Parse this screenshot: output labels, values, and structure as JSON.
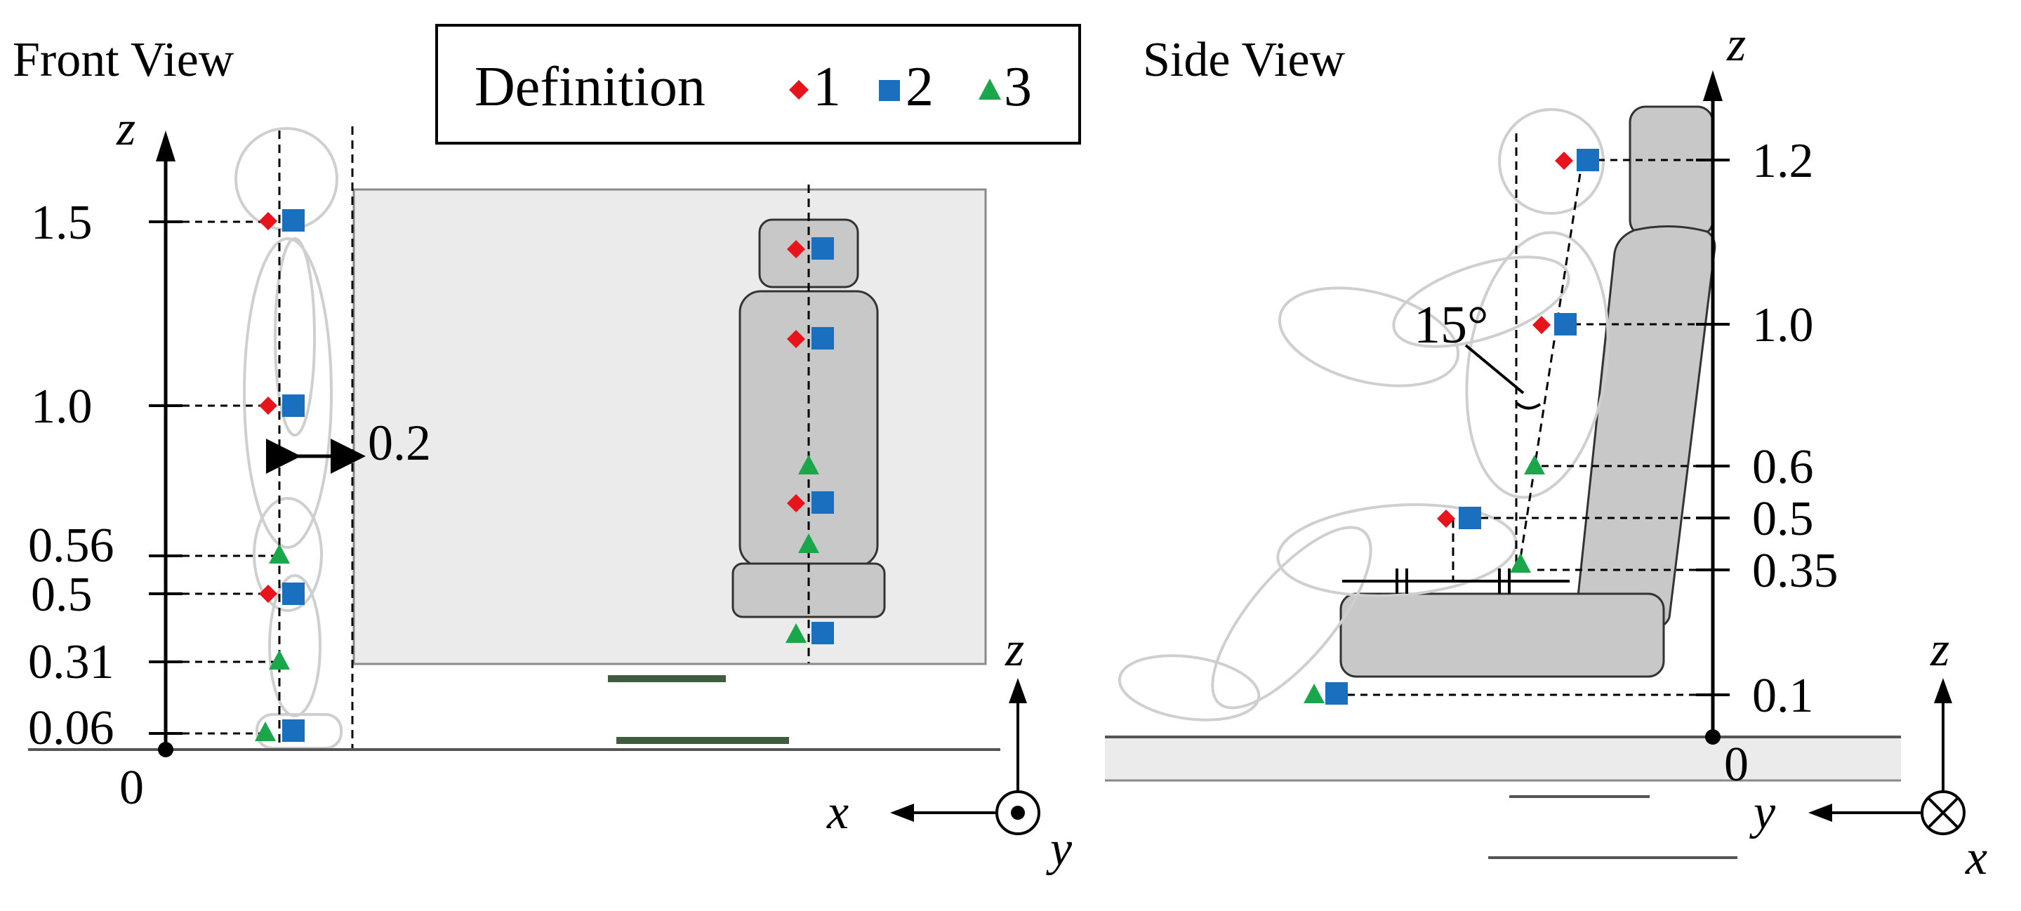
{
  "front_view": {
    "title": "Front View",
    "axis_z_label": "z",
    "origin_label": "0",
    "width_annotation": "0.2",
    "tick_labels": [
      "1.5",
      "1.0",
      "0.56",
      "0.5",
      "0.31",
      "0.06"
    ],
    "coord_x_label": "x",
    "coord_y_label": "y",
    "markers": [
      {
        "definition": "1",
        "height": "1.5"
      },
      {
        "definition": "2",
        "height": "1.5"
      },
      {
        "definition": "1",
        "height": "1.0"
      },
      {
        "definition": "2",
        "height": "1.0"
      },
      {
        "definition": "3",
        "height": "0.56"
      },
      {
        "definition": "1",
        "height": "0.5"
      },
      {
        "definition": "2",
        "height": "0.5"
      },
      {
        "definition": "3",
        "height": "0.31"
      },
      {
        "definition": "3",
        "height": "0.06"
      },
      {
        "definition": "2",
        "height": "0.06"
      }
    ]
  },
  "side_view": {
    "title": "Side View",
    "axis_z_label": "z",
    "origin_label": "0",
    "angle_annotation": "15°",
    "tick_labels": [
      "1.2",
      "1.0",
      "0.6",
      "0.5",
      "0.35",
      "0.1"
    ],
    "coord_y_label": "y",
    "coord_x_label": "x",
    "coord_z_label": "z"
  },
  "legend": {
    "title": "Definition",
    "items": [
      {
        "label": "1",
        "shape": "diamond",
        "color": "#e8141c"
      },
      {
        "label": "2",
        "shape": "square",
        "color": "#1a6fbf"
      },
      {
        "label": "3",
        "shape": "triangle",
        "color": "#1aa64a"
      }
    ]
  },
  "front_coord_z_label": "z",
  "colors": {
    "definition_1": "#e8141c",
    "definition_2": "#1a6fbf",
    "definition_3": "#1aa64a",
    "seat_fill": "#c8c8c8",
    "background_panel": "#ebebeb",
    "mannequin_outline": "#c8c8c8"
  }
}
